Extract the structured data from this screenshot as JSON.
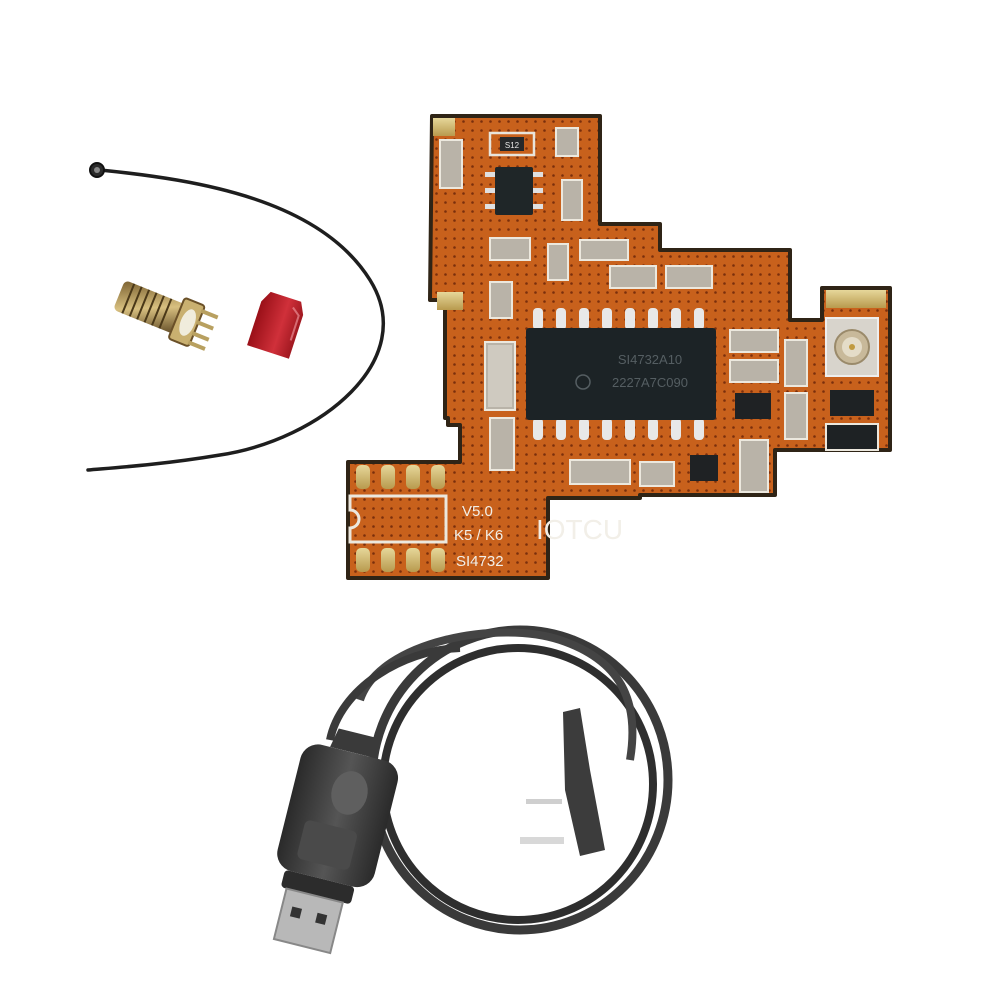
{
  "scene": {
    "type": "product-photo",
    "background": "#ffffff",
    "description": "SI4732 FM/SW radio module kit for Quansheng K5/K6 with antenna pigtail, SMA connector, red cap and USB programming cable"
  },
  "pcb": {
    "color": "#c8611c",
    "border_color": "#2f2416",
    "silkscreen_color": "#f2efe8",
    "version_label": "V5.0",
    "model_label": "K5 / K6",
    "chip_label": "SI4732",
    "brand_label": "IOTCU",
    "ic_marking_line1": "SI4732A10",
    "ic_marking_line2": "2227A7C090",
    "small_ic_marking": "S12"
  },
  "accessories": {
    "pigtail_cable": {
      "color": "#1e1e1e",
      "connector": "IPEX/U.FL"
    },
    "sma_connector": {
      "color": "#b8985a"
    },
    "red_cap": {
      "color": "#c0202a"
    },
    "usb_cable": {
      "color": "#3a3a3a",
      "plug": "USB-A",
      "radio_plug": "Kenwood 2-pin"
    }
  }
}
